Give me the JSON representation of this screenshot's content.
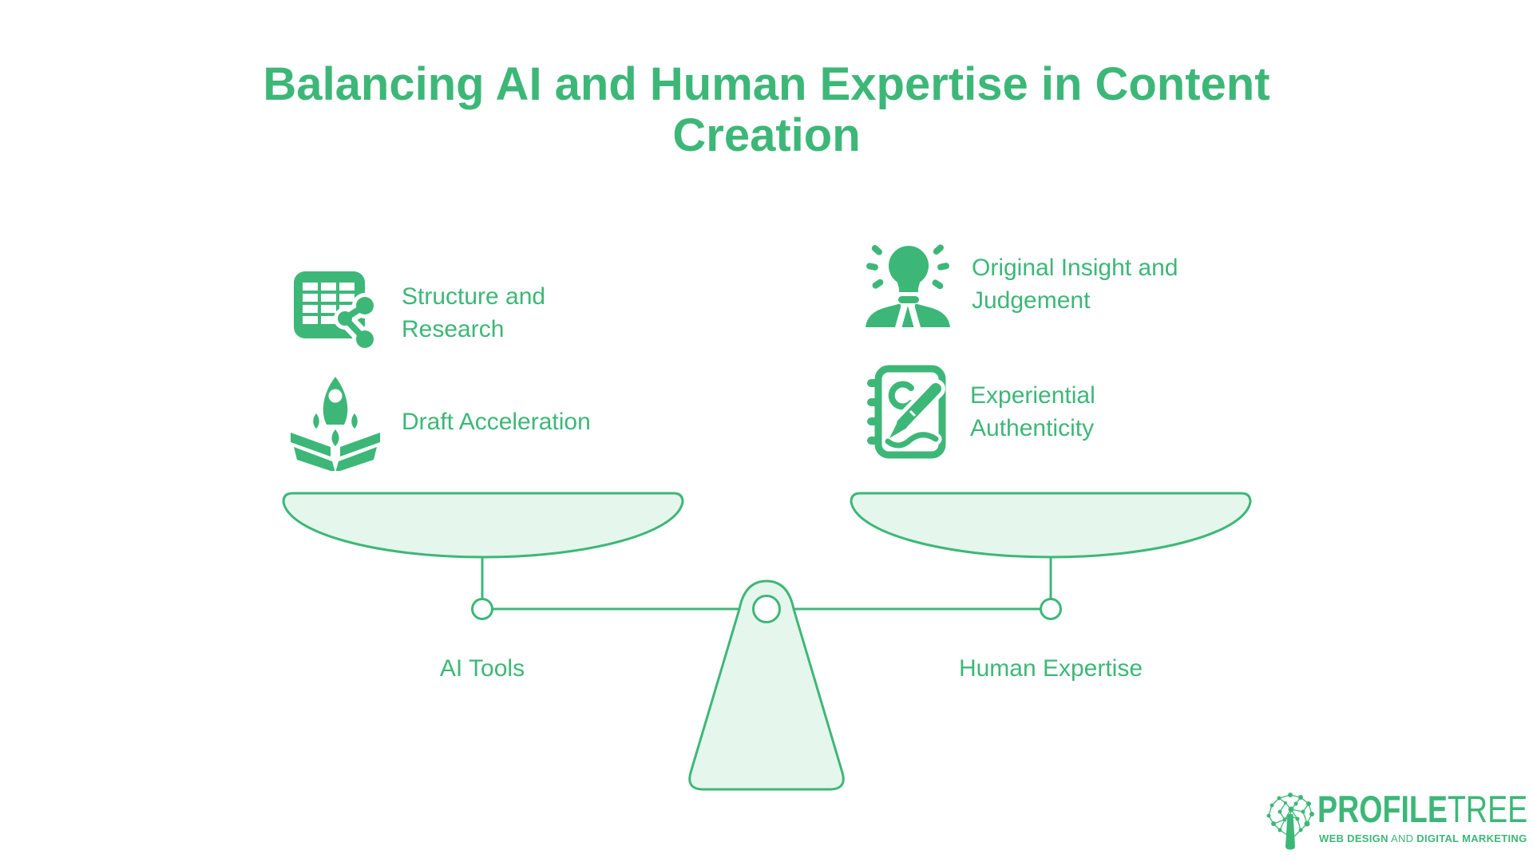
{
  "colors": {
    "green": "#3DB778",
    "light_green_fill": "#E5F6EC",
    "background": "#FFFFFF"
  },
  "title": {
    "line1": "Balancing AI and Human Expertise in Content",
    "line2": "Creation"
  },
  "features": {
    "left": [
      {
        "icon": "table-share-icon",
        "label": "Structure and\nResearch"
      },
      {
        "icon": "rocket-launch-icon",
        "label": "Draft Acceleration"
      }
    ],
    "right": [
      {
        "icon": "lightbulb-person-icon",
        "label": "Original Insight and\nJudgement"
      },
      {
        "icon": "notebook-pen-icon",
        "label": "Experiential\nAuthenticity"
      }
    ]
  },
  "scale": {
    "left_pan_label": "AI Tools",
    "right_pan_label": "Human Expertise"
  },
  "logo": {
    "brand_bold": "PROFILE",
    "brand_light": "TREE",
    "tagline_bold1": "WEB DESIGN",
    "tagline_light": " AND ",
    "tagline_bold2": "DIGITAL MARKETING"
  }
}
